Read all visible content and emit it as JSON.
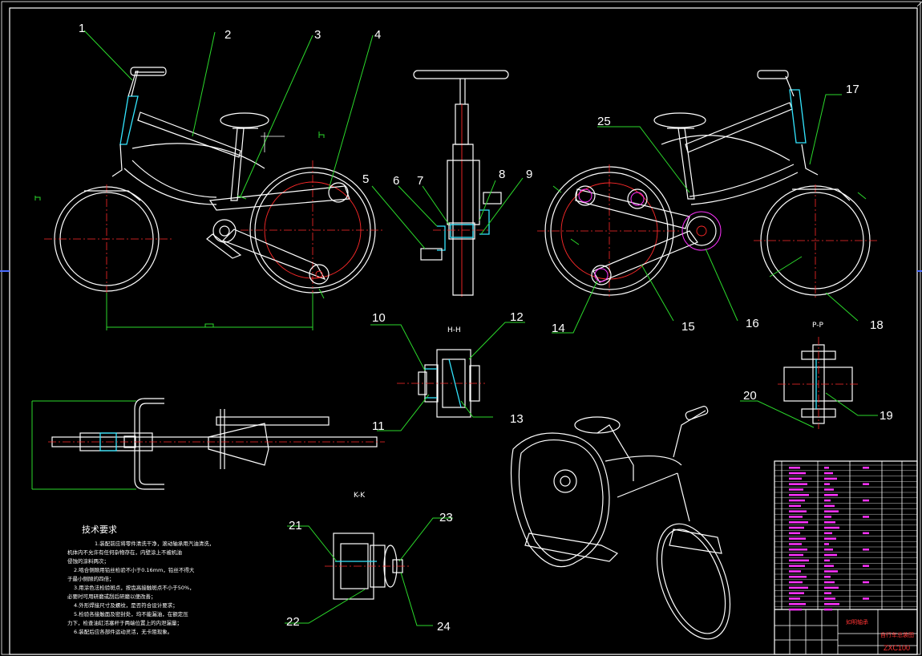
{
  "drawing": {
    "part_numbers": [
      "1",
      "2",
      "3",
      "4",
      "5",
      "6",
      "7",
      "8",
      "9",
      "10",
      "11",
      "12",
      "13",
      "14",
      "15",
      "16",
      "17",
      "18",
      "19",
      "20",
      "21",
      "22",
      "23",
      "24",
      "25"
    ],
    "section_labels": {
      "hh": "H-H",
      "pp": "P-P",
      "kk": "K-K"
    },
    "colors": {
      "background": "#000000",
      "outline": "#ffffff",
      "centerline": "#ff2a2a",
      "leader": "#2bd92b",
      "highlight": "#33e6ff",
      "title_block": "#ff33ff"
    }
  },
  "tech_requirements": {
    "title": "技术要求",
    "lines": [
      "1.装配前应将零件清洗干净，滚动轴承用汽油清洗，",
      "机体内不允许有任何杂物存在，内壁涂上不被机油",
      "侵蚀的涂料两次；",
      "2.啮合侧隙用铅丝检验不小于0.16mm，铅丝不得大",
      "于最小侧隙的四倍；",
      "3.用涂色法检验斑点，按齿高接触斑点不小于50%，",
      "必要时可用研磨或刮后研磨以便改善；",
      "4.外形焊接尺寸及螺纹，是否符合设计要求；",
      "5.检验各接触面及密封处，均不能漏油，在额定压",
      "力下，检查油缸活塞杆于两端位置上的内泄漏量；",
      "6.装配后应各部件运动灵活，无卡阻现象。"
    ]
  },
  "title_block": {
    "name_field": "自行车总装图",
    "side_field": "如明轴承",
    "drawing_code": "ZXC100"
  }
}
